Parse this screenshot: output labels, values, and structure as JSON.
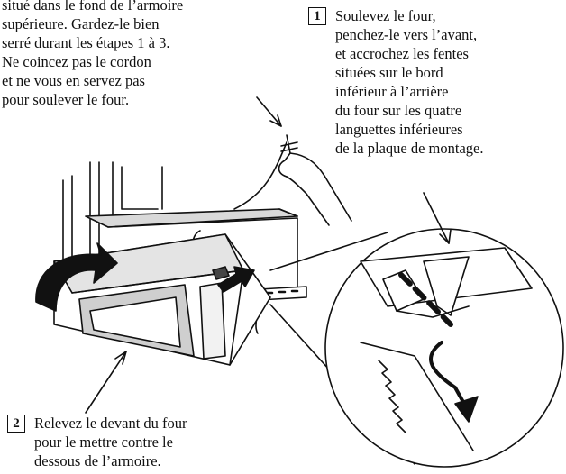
{
  "note": {
    "lines": [
      "situé dans le fond de l’armoire",
      "supérieure. Gardez-le bien",
      "serré durant les étapes 1 à 3.",
      "Ne coincez pas le cordon",
      "et ne vous en servez pas",
      "pour soulever le four."
    ]
  },
  "step1": {
    "number": "1",
    "lines": [
      "Soulevez le four,",
      "penchez-le vers l’avant,",
      "et accrochez les fentes",
      "situées sur le bord",
      "inférieur à l’arrière",
      "du four sur les quatre",
      "languettes inférieures",
      "de la plaque de montage."
    ]
  },
  "step2": {
    "number": "2",
    "lines": [
      "Relevez le devant du four",
      "pour le mettre contre le",
      "dessous de l’armoire."
    ]
  }
}
